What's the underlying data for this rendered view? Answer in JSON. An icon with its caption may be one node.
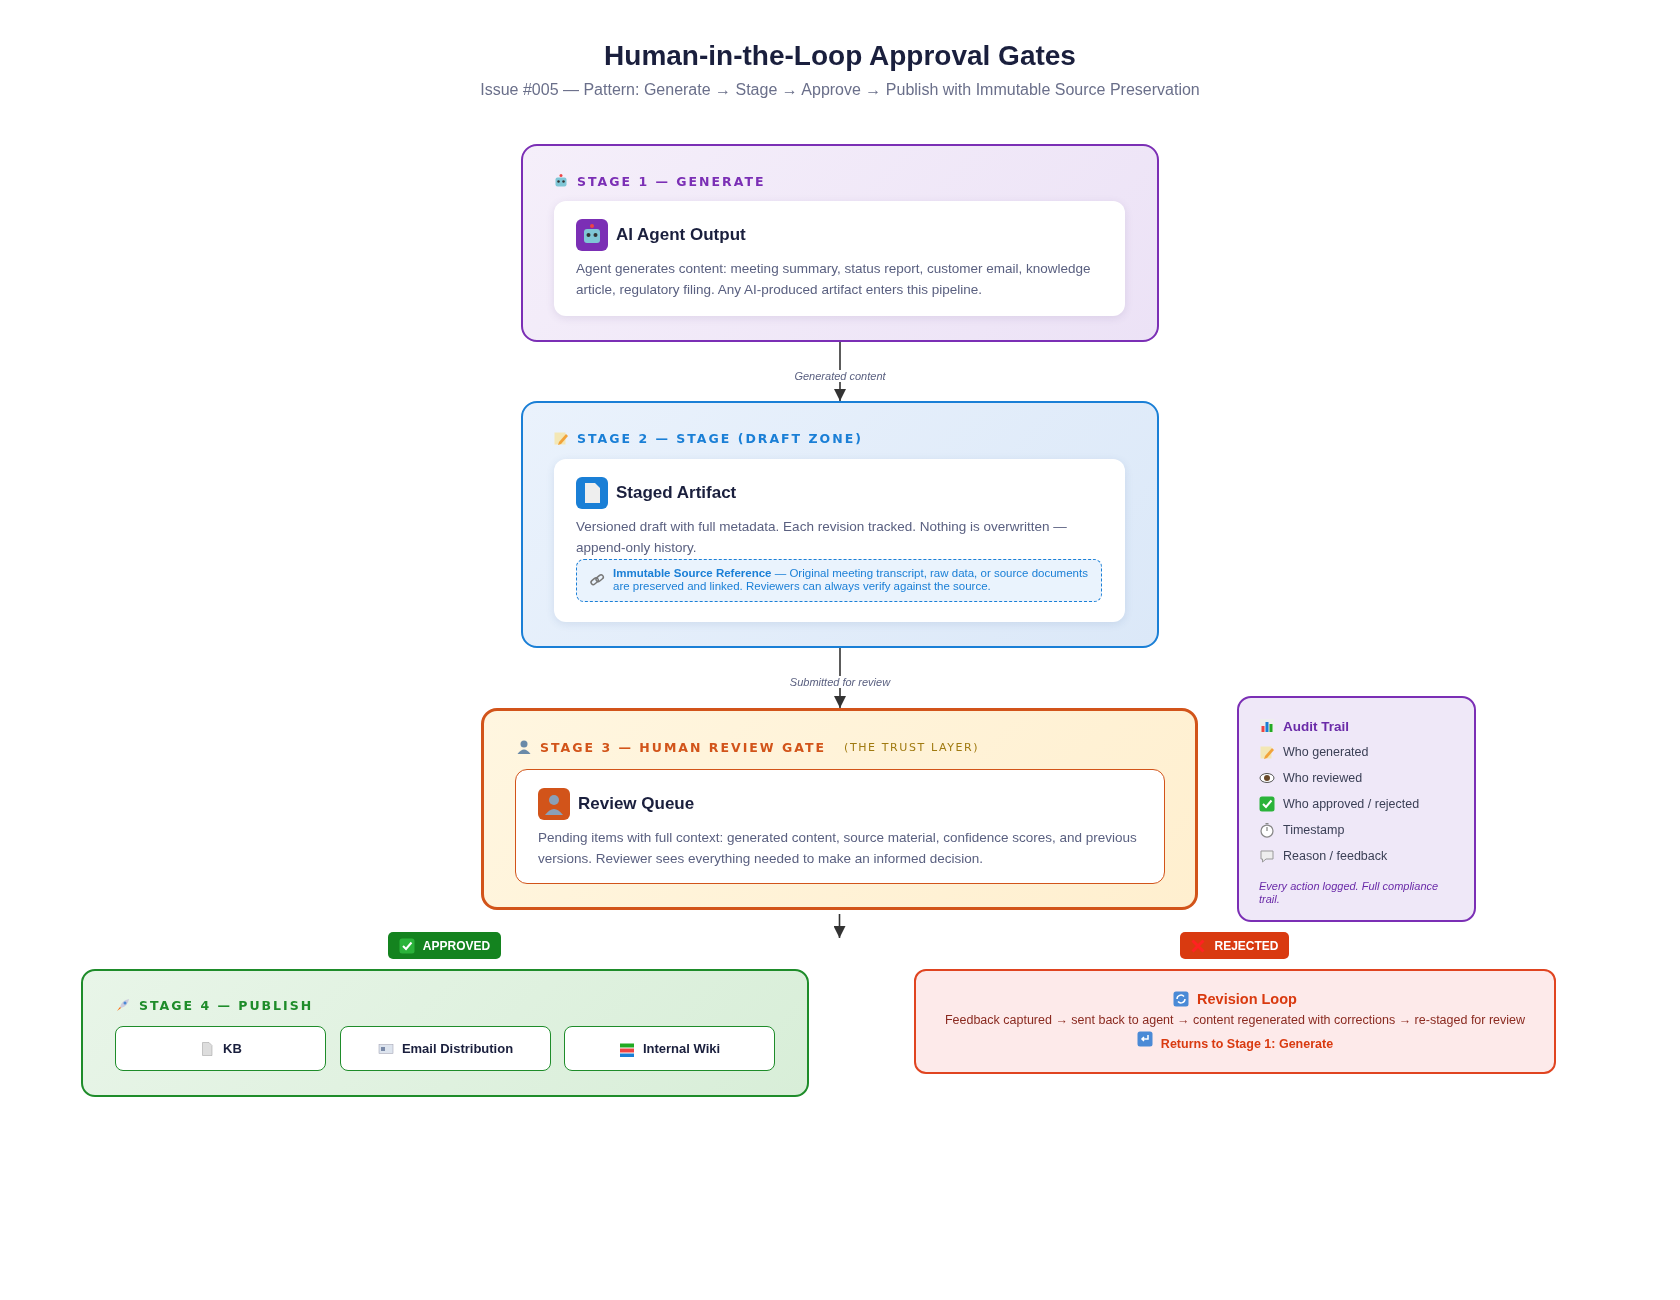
{
  "diagram": {
    "title": "Human-in-the-Loop Approval Gates",
    "nodes": [
      {
        "text": [
          "STAGE 1 — GENERATE"
        ]
      },
      {
        "text": [
          "AI Agent Output",
          "Agent generates content: meeting summary, status report, customer email, knowledge article, regulatory filing. Any AI-produced artifact enters this pipeline."
        ],
        "in": 0
      },
      {
        "text": [
          "STAGE 2 — STAGE (DRAFT ZONE)"
        ]
      },
      {
        "text": [
          "Staged Artifact",
          "Versioned draft with full metadata. Each revision tracked. Nothing is overwritten — append-only history."
        ],
        "in": 2
      },
      {
        "text": [
          "**Immutable Source Reference** — Original meeting transcript, raw data, or source documents are preserved and linked. Reviewers can always verify against the source."
        ],
        "in": 3
      },
      {
        "text": [
          "STAGE 3 — HUMAN REVIEW GATE",
          "(THE TRUST LAYER)"
        ]
      },
      {
        "text": [
          "Review Queue",
          "Pending items with full context: generated content, source material, confidence scores, and previous versions. Reviewer sees everything needed to make an informed decision."
        ],
        "in": 5
      },
      {
        "text": [
          "Audit Trail",
          "Who generated",
          "Who reviewed",
          "Who approved / rejected",
          "Timestamp",
          "Reason / feedback",
          "Every action logged. Full compliance trail."
        ]
      },
      {
        "text": [
          "APPROVED"
        ]
      },
      {
        "text": [
          "STAGE 4 — PUBLISH"
        ]
      },
      {
        "text": [
          "KB"
        ],
        "in": 9
      },
      {
        "text": [
          "Email Distribution"
        ],
        "in": 9
      },
      {
        "text": [
          "Internal Wiki"
        ],
        "in": 9
      },
      {
        "text": [
          "REJECTED"
        ]
      },
      {
        "text": [
          "Revision Loop",
          "Feedback captured → sent back to agent → content regenerated with corrections → re-staged for review",
          "Returns to Stage 1: Generate"
        ]
      }
    ],
    "edges": [
      {
        "from": 0,
        "to": 2,
        "arrow": "to",
        "label": "Generated content"
      },
      {
        "from": 2,
        "to": 5,
        "arrow": "to",
        "label": "Submitted for review"
      },
      {
        "from": 5,
        "to": null,
        "arrow": "to"
      }
    ],
    "labels": [
      "Issue #005 — Pattern: Generate → Stage → Approve → Publish with Immutable Source Preservation"
    ]
  }
}
